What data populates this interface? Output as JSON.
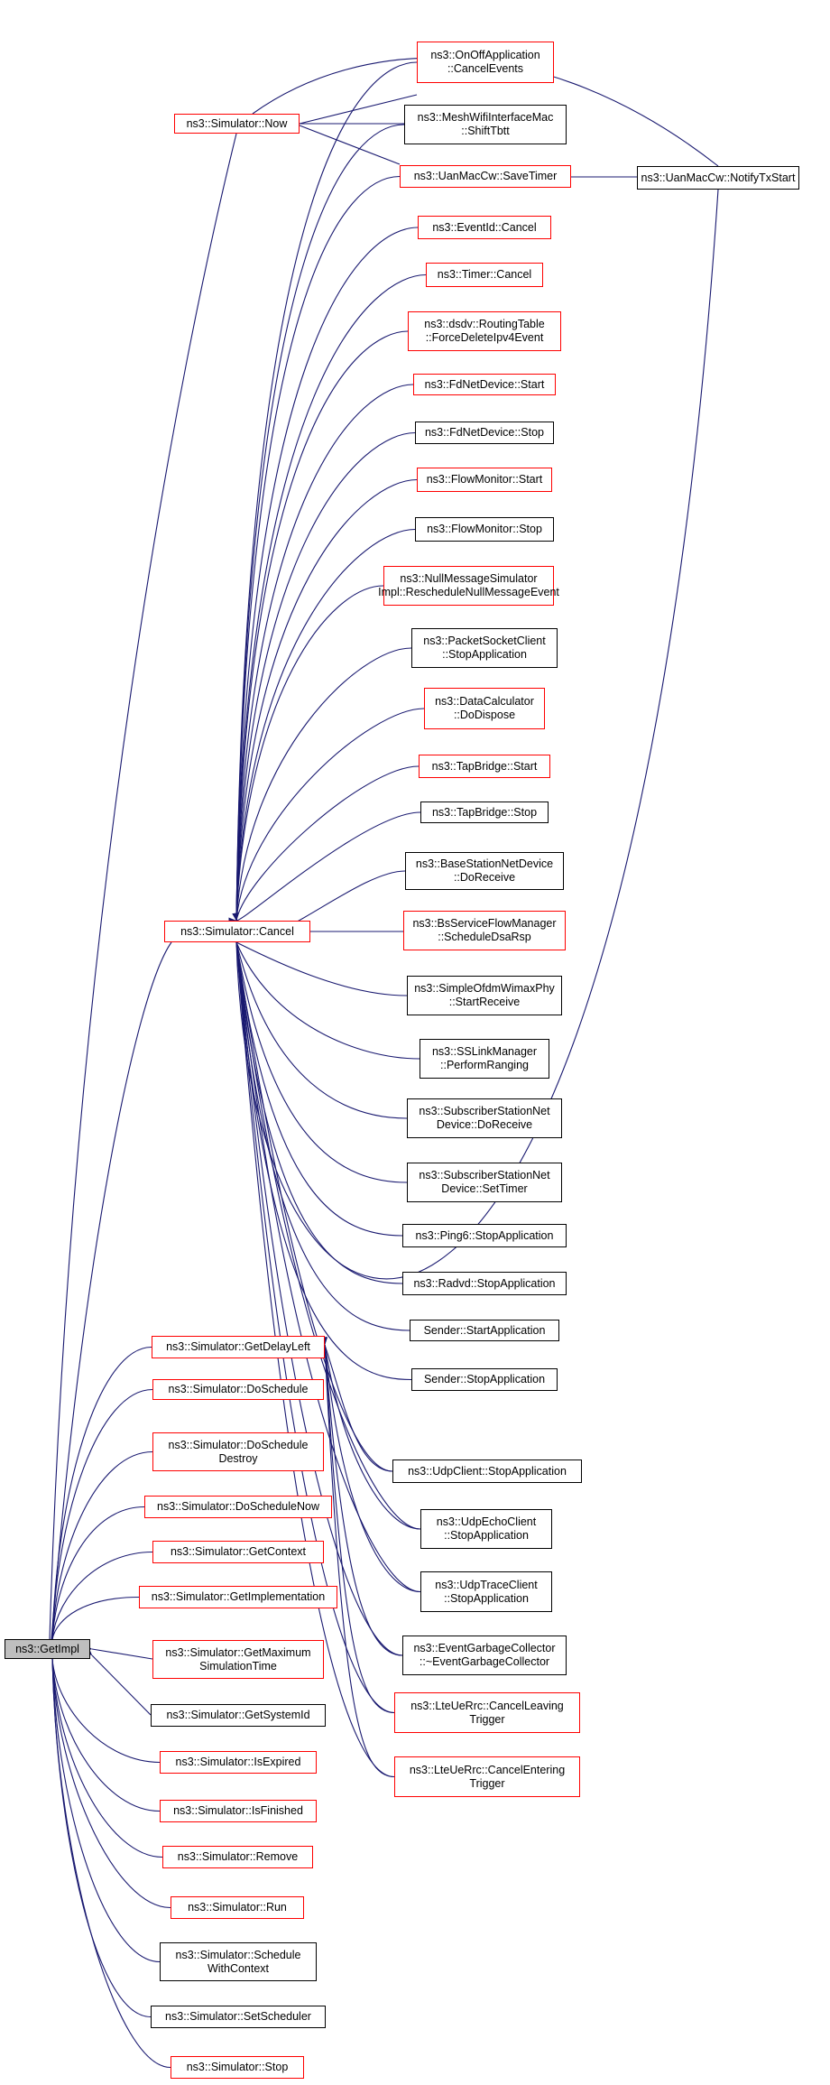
{
  "colors": {
    "edge": "#191970",
    "node_border": "#000000",
    "node_border_undocumented": "#ff0000",
    "root_fill": "#bfbfbf"
  },
  "nodes": {
    "getimpl": {
      "lines": [
        "ns3::GetImpl"
      ],
      "red": false,
      "root": true
    },
    "now": {
      "lines": [
        "ns3::Simulator::Now"
      ],
      "red": true
    },
    "cancel": {
      "lines": [
        "ns3::Simulator::Cancel"
      ],
      "red": true
    },
    "getdelayleft": {
      "lines": [
        "ns3::Simulator::GetDelayLeft"
      ],
      "red": true
    },
    "doschedule": {
      "lines": [
        "ns3::Simulator::DoSchedule"
      ],
      "red": true
    },
    "doscheduledestroy": {
      "lines": [
        "ns3::Simulator::DoSchedule",
        "Destroy"
      ],
      "red": true
    },
    "doschedulenow": {
      "lines": [
        "ns3::Simulator::DoScheduleNow"
      ],
      "red": true
    },
    "getcontext": {
      "lines": [
        "ns3::Simulator::GetContext"
      ],
      "red": true
    },
    "getimplementation": {
      "lines": [
        "ns3::Simulator::GetImplementation"
      ],
      "red": true
    },
    "getmaxtime": {
      "lines": [
        "ns3::Simulator::GetMaximum",
        "SimulationTime"
      ],
      "red": true
    },
    "getsystemid": {
      "lines": [
        "ns3::Simulator::GetSystemId"
      ],
      "red": false
    },
    "isexpired": {
      "lines": [
        "ns3::Simulator::IsExpired"
      ],
      "red": true
    },
    "isfinished": {
      "lines": [
        "ns3::Simulator::IsFinished"
      ],
      "red": true
    },
    "remove": {
      "lines": [
        "ns3::Simulator::Remove"
      ],
      "red": true
    },
    "run": {
      "lines": [
        "ns3::Simulator::Run"
      ],
      "red": true
    },
    "schedulewithcontext": {
      "lines": [
        "ns3::Simulator::Schedule",
        "WithContext"
      ],
      "red": false
    },
    "setscheduler": {
      "lines": [
        "ns3::Simulator::SetScheduler"
      ],
      "red": false
    },
    "stop": {
      "lines": [
        "ns3::Simulator::Stop"
      ],
      "red": true
    },
    "onoffcancel": {
      "lines": [
        "ns3::OnOffApplication",
        "::CancelEvents"
      ],
      "red": true
    },
    "meshshift": {
      "lines": [
        "ns3::MeshWifiInterfaceMac",
        "::ShiftTbtt"
      ],
      "red": false
    },
    "uansavetimer": {
      "lines": [
        "ns3::UanMacCw::SaveTimer"
      ],
      "red": true
    },
    "uannotify": {
      "lines": [
        "ns3::UanMacCw::NotifyTxStart"
      ],
      "red": false
    },
    "eventidcancel": {
      "lines": [
        "ns3::EventId::Cancel"
      ],
      "red": true
    },
    "timercancel": {
      "lines": [
        "ns3::Timer::Cancel"
      ],
      "red": true
    },
    "dsdvforcedelete": {
      "lines": [
        "ns3::dsdv::RoutingTable",
        "::ForceDeleteIpv4Event"
      ],
      "red": true
    },
    "fdstart": {
      "lines": [
        "ns3::FdNetDevice::Start"
      ],
      "red": true
    },
    "fdstop": {
      "lines": [
        "ns3::FdNetDevice::Stop"
      ],
      "red": false
    },
    "flowstart": {
      "lines": [
        "ns3::FlowMonitor::Start"
      ],
      "red": true
    },
    "flowstop": {
      "lines": [
        "ns3::FlowMonitor::Stop"
      ],
      "red": false
    },
    "nullmsg": {
      "lines": [
        "ns3::NullMessageSimulator",
        "Impl::RescheduleNullMessageEvent"
      ],
      "red": true
    },
    "packetsocket": {
      "lines": [
        "ns3::PacketSocketClient",
        "::StopApplication"
      ],
      "red": false
    },
    "datacalc": {
      "lines": [
        "ns3::DataCalculator",
        "::DoDispose"
      ],
      "red": true
    },
    "tapstart": {
      "lines": [
        "ns3::TapBridge::Start"
      ],
      "red": true
    },
    "tapstop": {
      "lines": [
        "ns3::TapBridge::Stop"
      ],
      "red": false
    },
    "basestation": {
      "lines": [
        "ns3::BaseStationNetDevice",
        "::DoReceive"
      ],
      "red": false
    },
    "bsservice": {
      "lines": [
        "ns3::BsServiceFlowManager",
        "::ScheduleDsaRsp"
      ],
      "red": true
    },
    "simpleofdm": {
      "lines": [
        "ns3::SimpleOfdmWimaxPhy",
        "::StartReceive"
      ],
      "red": false
    },
    "sslink": {
      "lines": [
        "ns3::SSLinkManager",
        "::PerformRanging"
      ],
      "red": false
    },
    "subdoreceive": {
      "lines": [
        "ns3::SubscriberStationNet",
        "Device::DoReceive"
      ],
      "red": false
    },
    "subsettimer": {
      "lines": [
        "ns3::SubscriberStationNet",
        "Device::SetTimer"
      ],
      "red": false
    },
    "ping6": {
      "lines": [
        "ns3::Ping6::StopApplication"
      ],
      "red": false
    },
    "radvd": {
      "lines": [
        "ns3::Radvd::StopApplication"
      ],
      "red": false
    },
    "senderstart": {
      "lines": [
        "Sender::StartApplication"
      ],
      "red": false
    },
    "senderstop": {
      "lines": [
        "Sender::StopApplication"
      ],
      "red": false
    },
    "udpclient": {
      "lines": [
        "ns3::UdpClient::StopApplication"
      ],
      "red": false
    },
    "udpecho": {
      "lines": [
        "ns3::UdpEchoClient",
        "::StopApplication"
      ],
      "red": false
    },
    "udptrace": {
      "lines": [
        "ns3::UdpTraceClient",
        "::StopApplication"
      ],
      "red": false
    },
    "eventgc": {
      "lines": [
        "ns3::EventGarbageCollector",
        "::~EventGarbageCollector"
      ],
      "red": false
    },
    "ltecancelleaving": {
      "lines": [
        "ns3::LteUeRrc::CancelLeaving",
        "Trigger"
      ],
      "red": true
    },
    "ltecancelentering": {
      "lines": [
        "ns3::LteUeRrc::CancelEntering",
        "Trigger"
      ],
      "red": true
    }
  }
}
